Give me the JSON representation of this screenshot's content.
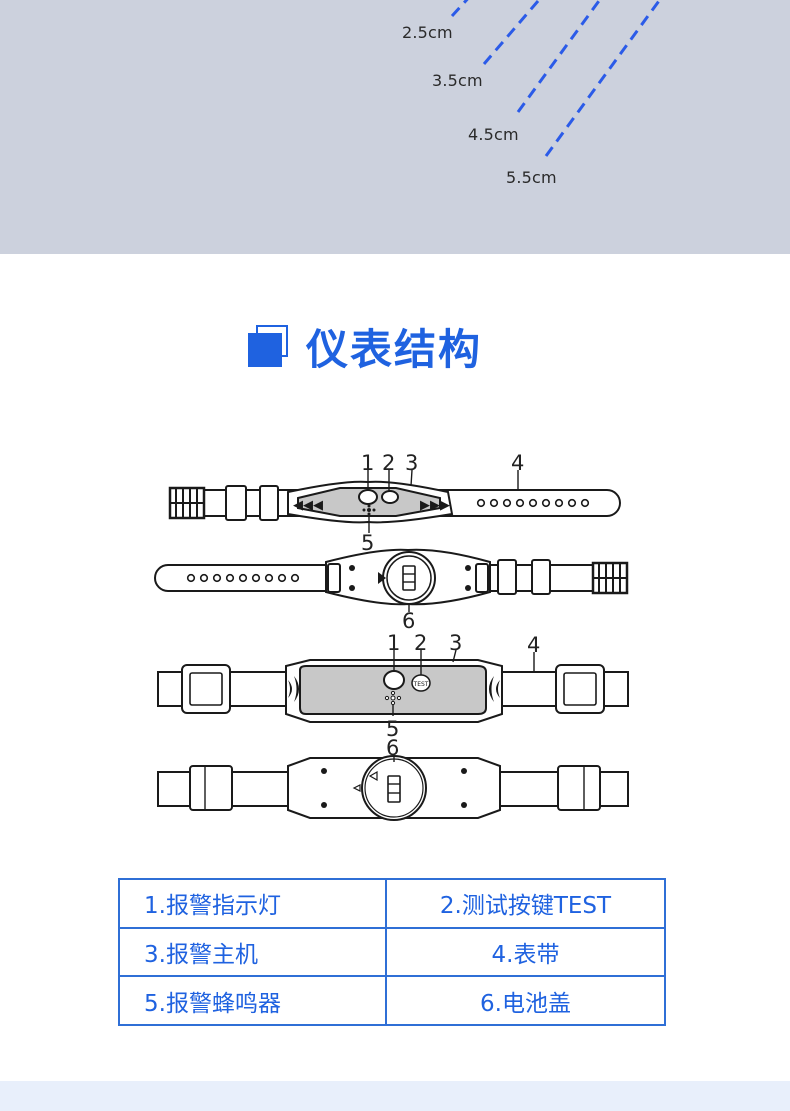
{
  "distances": [
    "2.5cm",
    "3.5cm",
    "4.5cm",
    "5.5cm"
  ],
  "section": {
    "title": "仪表结构"
  },
  "callouts": {
    "strap_front": [
      "1",
      "2",
      "3",
      "4",
      "5"
    ],
    "strap_back": [
      "6"
    ],
    "flat_front": [
      "1",
      "2",
      "3",
      "4",
      "5"
    ],
    "flat_back": [
      "6"
    ],
    "test_button_text": "TEST"
  },
  "legend": [
    [
      "1.报警指示灯",
      "2.测试按键TEST"
    ],
    [
      "3.报警主机",
      "4.表带"
    ],
    [
      "5.报警蜂鸣器",
      "6.电池盖"
    ]
  ],
  "colors": {
    "accent": "#1f62e0",
    "panel": "#ccd1dd",
    "dash": "#2b5be8",
    "device_fill": "#c8c8c8"
  }
}
